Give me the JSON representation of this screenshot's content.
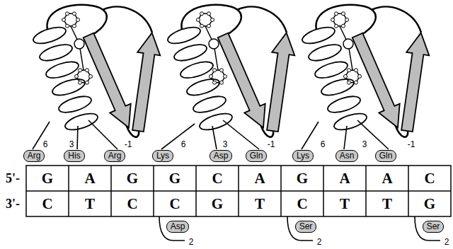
{
  "diagram": {
    "nodes": [
      {
        "text": [
          "6",
          "Arg"
        ]
      },
      {
        "text": [
          "3",
          "His"
        ]
      },
      {
        "text": [
          "-1",
          "Arg"
        ]
      },
      {
        "text": [
          "6",
          "Lys"
        ]
      },
      {
        "text": [
          "3",
          "Asp"
        ]
      },
      {
        "text": [
          "-1",
          "Gln"
        ]
      },
      {
        "text": [
          "6",
          "Lys"
        ]
      },
      {
        "text": [
          "3",
          "Asn"
        ]
      },
      {
        "text": [
          "-1",
          "Gln"
        ]
      },
      {
        "text": [
          "Asp",
          "2"
        ]
      },
      {
        "text": [
          "Ser",
          "2"
        ]
      },
      {
        "text": [
          "Ser",
          "2"
        ]
      }
    ],
    "labels": [
      "5'-",
      "G",
      "A",
      "G",
      "G",
      "C",
      "A",
      "G",
      "A",
      "A",
      "C",
      "3'-",
      "C",
      "T",
      "C",
      "C",
      "G",
      "T",
      "C",
      "T",
      "T",
      "G"
    ]
  }
}
